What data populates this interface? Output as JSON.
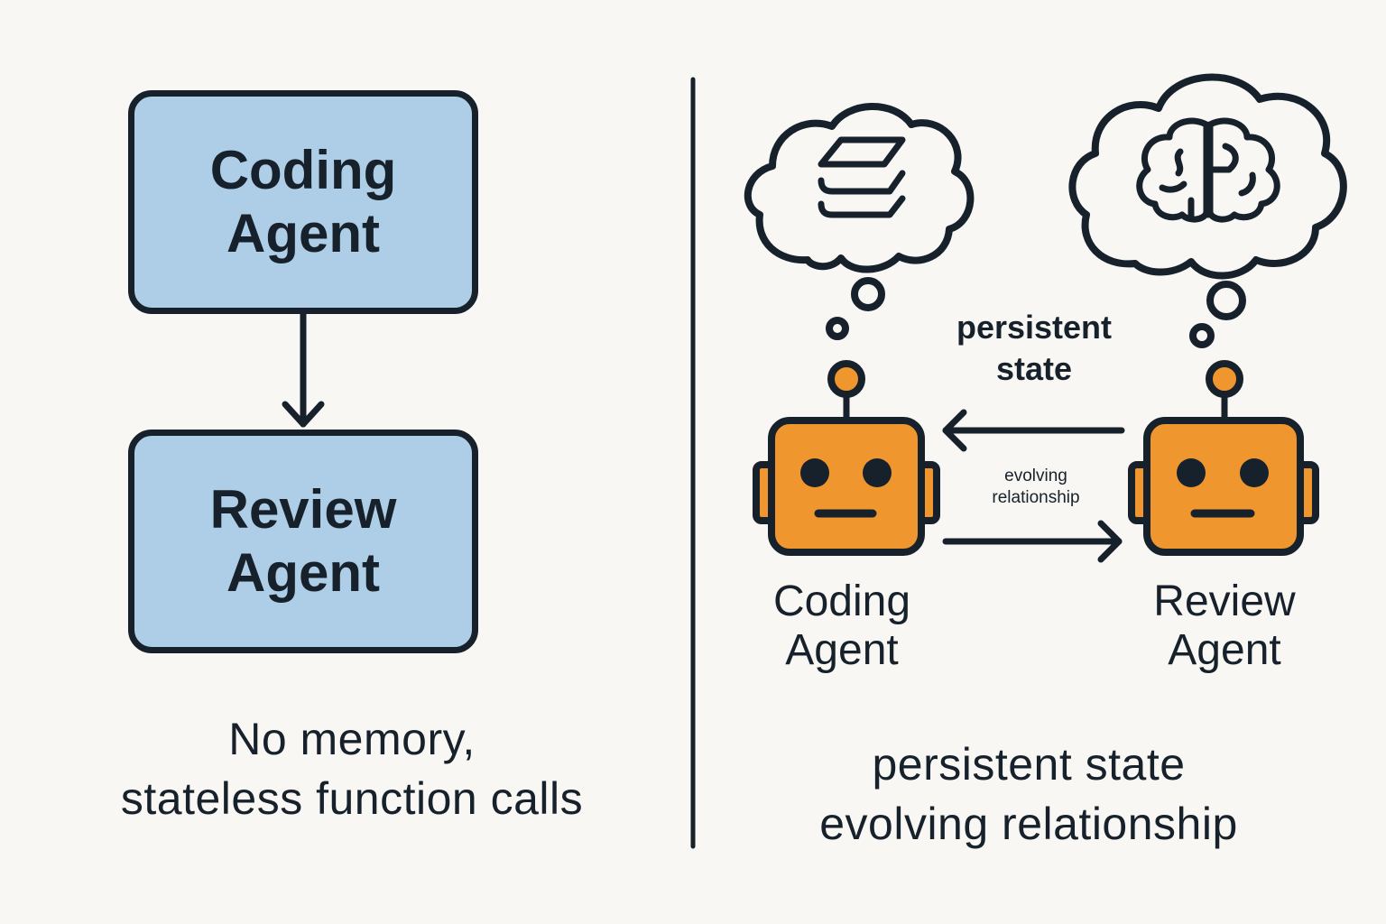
{
  "left_panel": {
    "top_box": [
      "Coding",
      "Agent"
    ],
    "bottom_box": [
      "Review",
      "Agent"
    ],
    "caption": [
      "No memory,",
      "stateless function calls"
    ]
  },
  "right_panel": {
    "coding_agent_label": [
      "Coding",
      "Agent"
    ],
    "review_agent_label": [
      "Review",
      "Agent"
    ],
    "top_arrow_label": [
      "persistent",
      "state"
    ],
    "middle_label": [
      "evolving",
      "relationship"
    ],
    "caption": [
      "persistent state",
      "evolving relationship"
    ],
    "coding_thought_icon": "stack-layers-icon",
    "review_thought_icon": "brain-icon"
  },
  "colors": {
    "background": "#f8f7f3",
    "box_fill": "#aecde6",
    "robot_fill": "#f0962e",
    "stroke": "#17212b"
  }
}
